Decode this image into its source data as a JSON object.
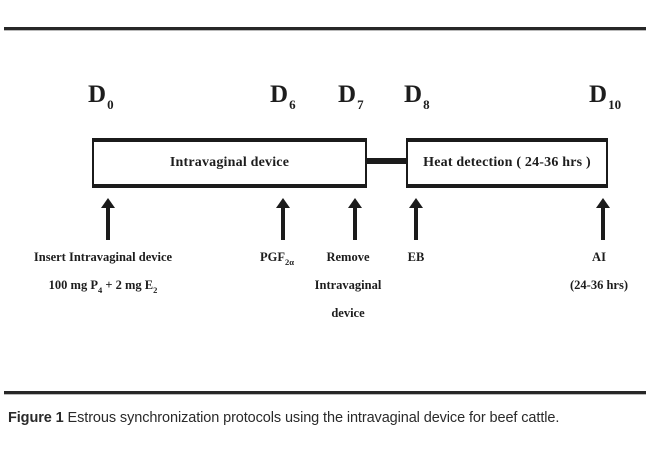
{
  "figure": {
    "timeline": {
      "day_markers": [
        {
          "name": "day-0",
          "label": "D",
          "sub": "0"
        },
        {
          "name": "day-6",
          "label": "D",
          "sub": "6"
        },
        {
          "name": "day-7",
          "label": "D",
          "sub": "7"
        },
        {
          "name": "day-8",
          "label": "D",
          "sub": "8"
        },
        {
          "name": "day-10",
          "label": "D",
          "sub": "10"
        }
      ],
      "phases": [
        {
          "name": "intravaginal-device-phase",
          "label": "Intravaginal device"
        },
        {
          "name": "heat-detection-phase",
          "label": "Heat detection ( 24-36 hrs )"
        }
      ],
      "events": [
        {
          "name": "insert-device-event",
          "lines": [
            {
              "text": "Insert Intravaginal device"
            },
            {
              "pre": "100 mg P",
              "sub": "4",
              "mid": " + 2 mg E",
              "sub2": "2"
            }
          ]
        },
        {
          "name": "pgf-event",
          "lines": [
            {
              "pre": "PGF",
              "sub": "2α"
            }
          ]
        },
        {
          "name": "remove-device-event",
          "lines": [
            {
              "text": "Remove"
            },
            {
              "text": "Intravaginal"
            },
            {
              "text": "device"
            }
          ]
        },
        {
          "name": "eb-event",
          "lines": [
            {
              "text": "EB"
            }
          ]
        },
        {
          "name": "ai-event",
          "lines": [
            {
              "text": "AI"
            },
            {
              "text": "(24-36 hrs)"
            }
          ]
        }
      ]
    },
    "caption": {
      "number": "Figure 1",
      "text": " Estrous synchronization protocols using the intravaginal device for beef cattle."
    }
  },
  "colors": {
    "ink": "#1b1b1b",
    "caption_ink": "#2a2a2a",
    "background": "#ffffff"
  }
}
